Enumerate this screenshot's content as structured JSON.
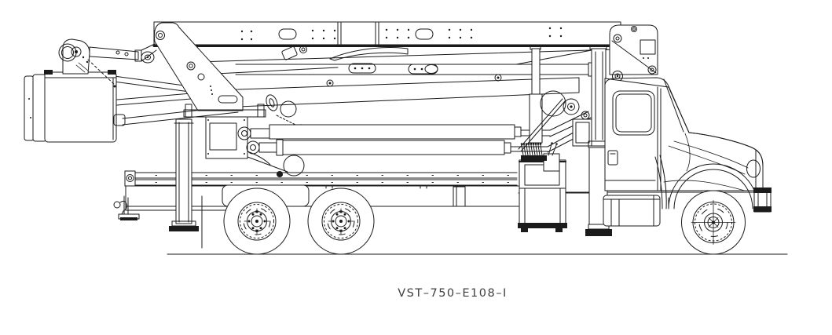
{
  "page": {
    "background": "#ffffff",
    "line_color": "#1b1b1b"
  },
  "drawing": {
    "label": "VST–750–E108–I",
    "parts": {
      "platform": "two-man-bucket",
      "jib": "material-handling-winch-jib",
      "booms": "telescopic-articulating-boom-stowed",
      "pedestal": "rotation-pedestal",
      "truck": "conventional-cab-chassis",
      "bed": "flatbed-with-side-rails",
      "wheels": "tandem-rear-axles-single-front-axle"
    }
  }
}
